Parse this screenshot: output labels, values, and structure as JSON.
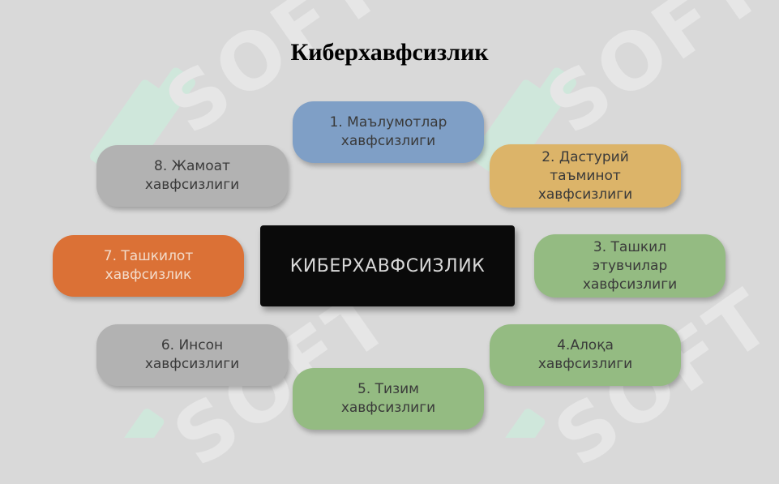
{
  "title": "Киберхавфсизлик",
  "center_label": "КИБЕРХАВФСИЗЛИК",
  "watermark_text": "SOFT",
  "nodes": [
    {
      "label": "1. Маълумотлар\nхавфсизлиги",
      "color": "#7f9fc6"
    },
    {
      "label": "2. Дастурий\nтаъминот\nхавфсизлиги",
      "color": "#dcb469"
    },
    {
      "label": "3. Ташкил\nэтувчилар\nхавфсизлиги",
      "color": "#94bb82"
    },
    {
      "label": "4.Алоқа\nхавфсизлиги",
      "color": "#94bb82"
    },
    {
      "label": "5. Тизим\nхавфсизлиги",
      "color": "#94bb82"
    },
    {
      "label": "6. Инсон\nхавфсизлиги",
      "color": "#b2b2b2"
    },
    {
      "label": "7. Ташкилот\nхавфсизлик",
      "color": "#db7136"
    },
    {
      "label": "8. Жамоат\nхавфсизлиги",
      "color": "#b2b2b2"
    }
  ]
}
